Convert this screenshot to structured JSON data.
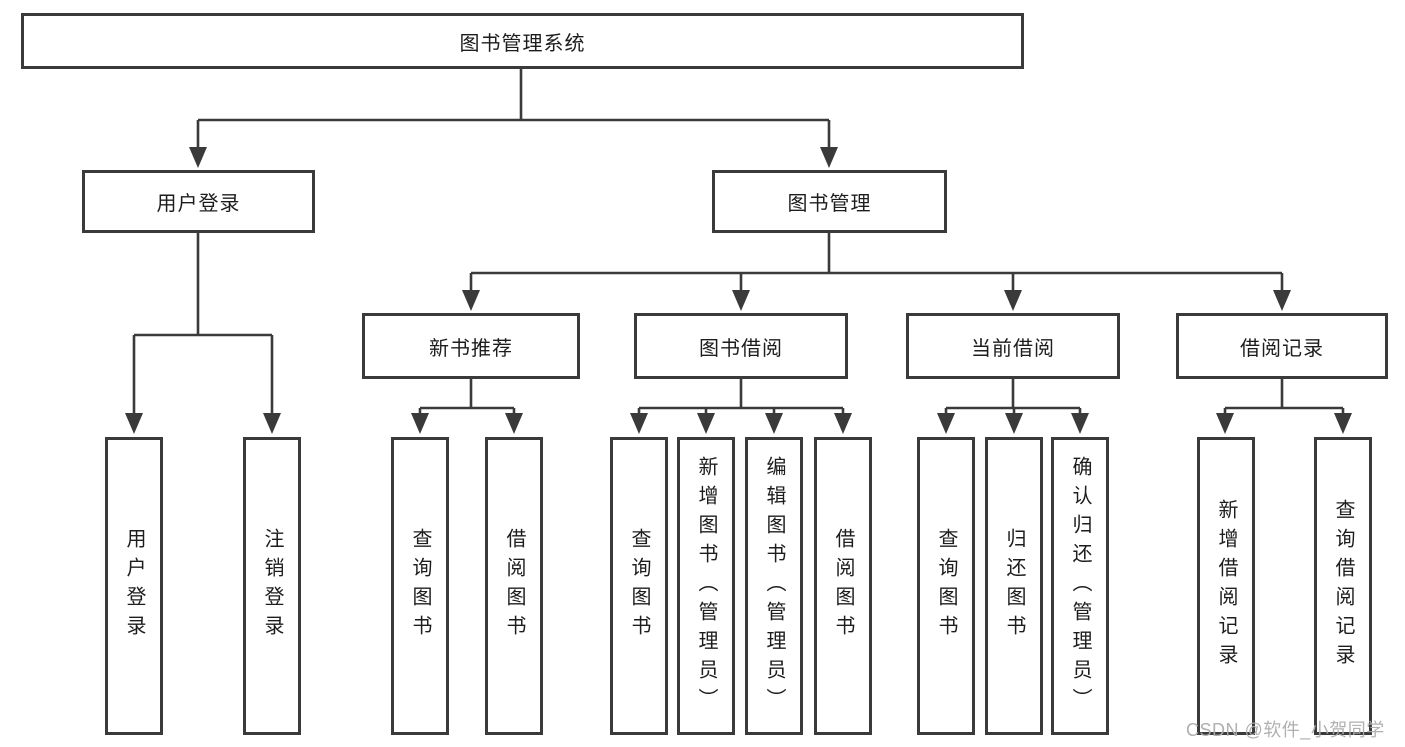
{
  "diagram": {
    "title": "图书管理系统",
    "level2": [
      {
        "label": "用户登录"
      },
      {
        "label": "图书管理"
      }
    ],
    "level3": [
      {
        "label": "新书推荐"
      },
      {
        "label": "图书借阅"
      },
      {
        "label": "当前借阅"
      },
      {
        "label": "借阅记录"
      }
    ],
    "leaves": {
      "user_login": [
        "用户登录",
        "注销登录"
      ],
      "new_book": [
        "查询图书",
        "借阅图书"
      ],
      "book_borrow": [
        "查询图书",
        "新增图书（管理员）",
        "编辑图书（管理员）",
        "借阅图书"
      ],
      "current_borrow": [
        "查询图书",
        "归还图书",
        "确认归还（管理员）"
      ],
      "borrow_record": [
        "新增借阅记录",
        "查询借阅记录"
      ]
    },
    "colors": {
      "line": "#3a3a3a",
      "box_border": "#3a3a3a",
      "text": "#1d1d1d",
      "background": "#ffffff"
    }
  },
  "watermark": {
    "text": "CSDN @软件_小贺同学",
    "color": "#acacac"
  }
}
